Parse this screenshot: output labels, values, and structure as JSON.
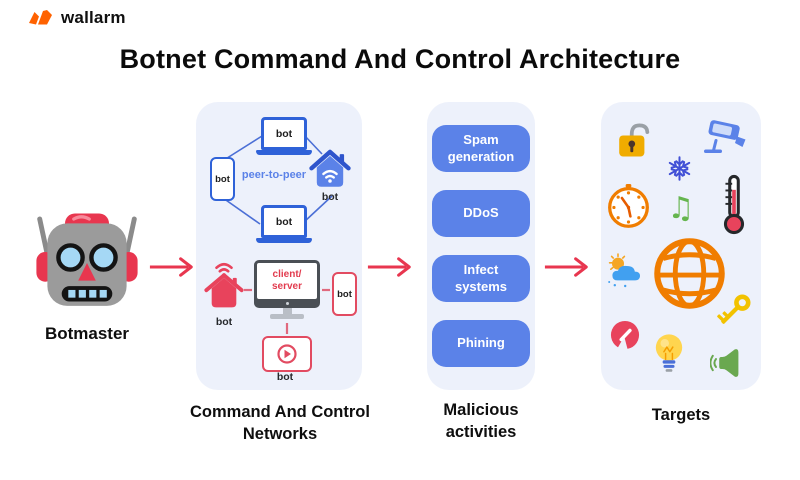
{
  "brand": {
    "name": "wallarm"
  },
  "title": "Botnet Command And Control Architecture",
  "botmaster": {
    "label": "Botmaster"
  },
  "bot_label": "bot",
  "cnc_panel": {
    "caption": [
      "Command And Control",
      "Networks"
    ],
    "p2p_label": "peer-to-peer",
    "client_server": [
      "client/",
      "server"
    ]
  },
  "malicious_panel": {
    "caption": [
      "Malicious",
      "activities"
    ],
    "buttons": [
      "Spam generation",
      "DDoS",
      "Infect systems",
      "Phining"
    ]
  },
  "targets_panel": {
    "caption": "Targets",
    "icons": [
      "open-padlock",
      "security-camera",
      "snowflake",
      "clock",
      "music-note",
      "thermometer",
      "sun-behind-cloud",
      "globe",
      "key",
      "gauge",
      "lightbulb",
      "speaker"
    ]
  },
  "glyphs": {
    "music_note": "♫"
  },
  "colors": {
    "accent_red": "#e8364f",
    "accent_blue": "#5b82e8",
    "panel_bg": "#edf1fb",
    "soft_red": "#e24b61",
    "line_blue": "#4b6fd6",
    "orange": "#f07d00",
    "amber": "#f0ac00",
    "green": "#65b54e",
    "indigo": "#4150d6"
  }
}
